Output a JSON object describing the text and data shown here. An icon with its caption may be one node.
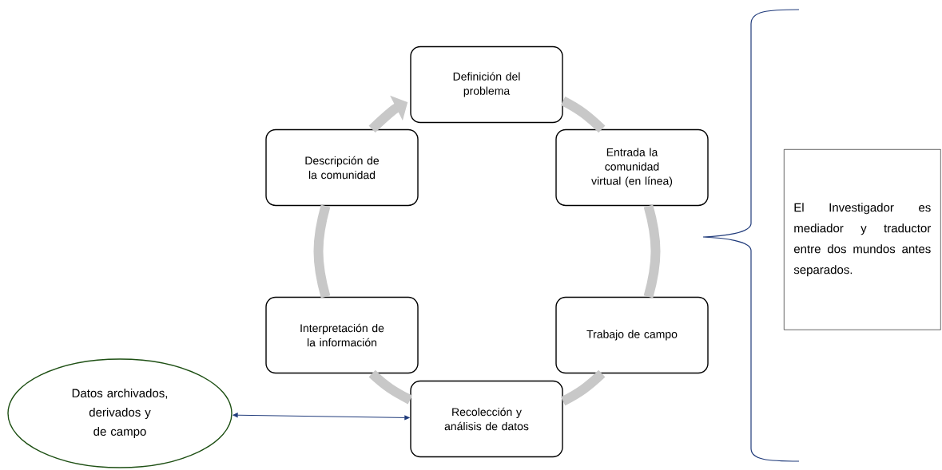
{
  "diagram": {
    "nodes": [
      {
        "text": [
          "Definición del problema"
        ]
      },
      {
        "text": [
          "Entrada la comunidad virtual (en línea)"
        ]
      },
      {
        "text": [
          "Trabajo de campo"
        ]
      },
      {
        "text": [
          "Recolección y análisis de datos"
        ]
      },
      {
        "text": [
          "Interpretación de la información"
        ]
      },
      {
        "text": [
          "Descripción de la comunidad"
        ]
      },
      {
        "text": [
          "Datos archivados, derivados y de campo"
        ]
      },
      {
        "text": [
          "El Investigador es mediador y traductor entre dos mundos antes separados."
        ]
      }
    ],
    "edges": [
      {
        "from": 0,
        "to": 1,
        "arrow": "none"
      },
      {
        "from": 1,
        "to": 2,
        "arrow": "none"
      },
      {
        "from": 2,
        "to": 3,
        "arrow": "none"
      },
      {
        "from": 3,
        "to": 4,
        "arrow": "none"
      },
      {
        "from": 4,
        "to": 5,
        "arrow": "none"
      },
      {
        "from": 5,
        "to": 0,
        "arrow": "to"
      },
      {
        "from": 6,
        "to": 3,
        "arrow": "both",
        "color": "#1f3a7a"
      }
    ]
  }
}
